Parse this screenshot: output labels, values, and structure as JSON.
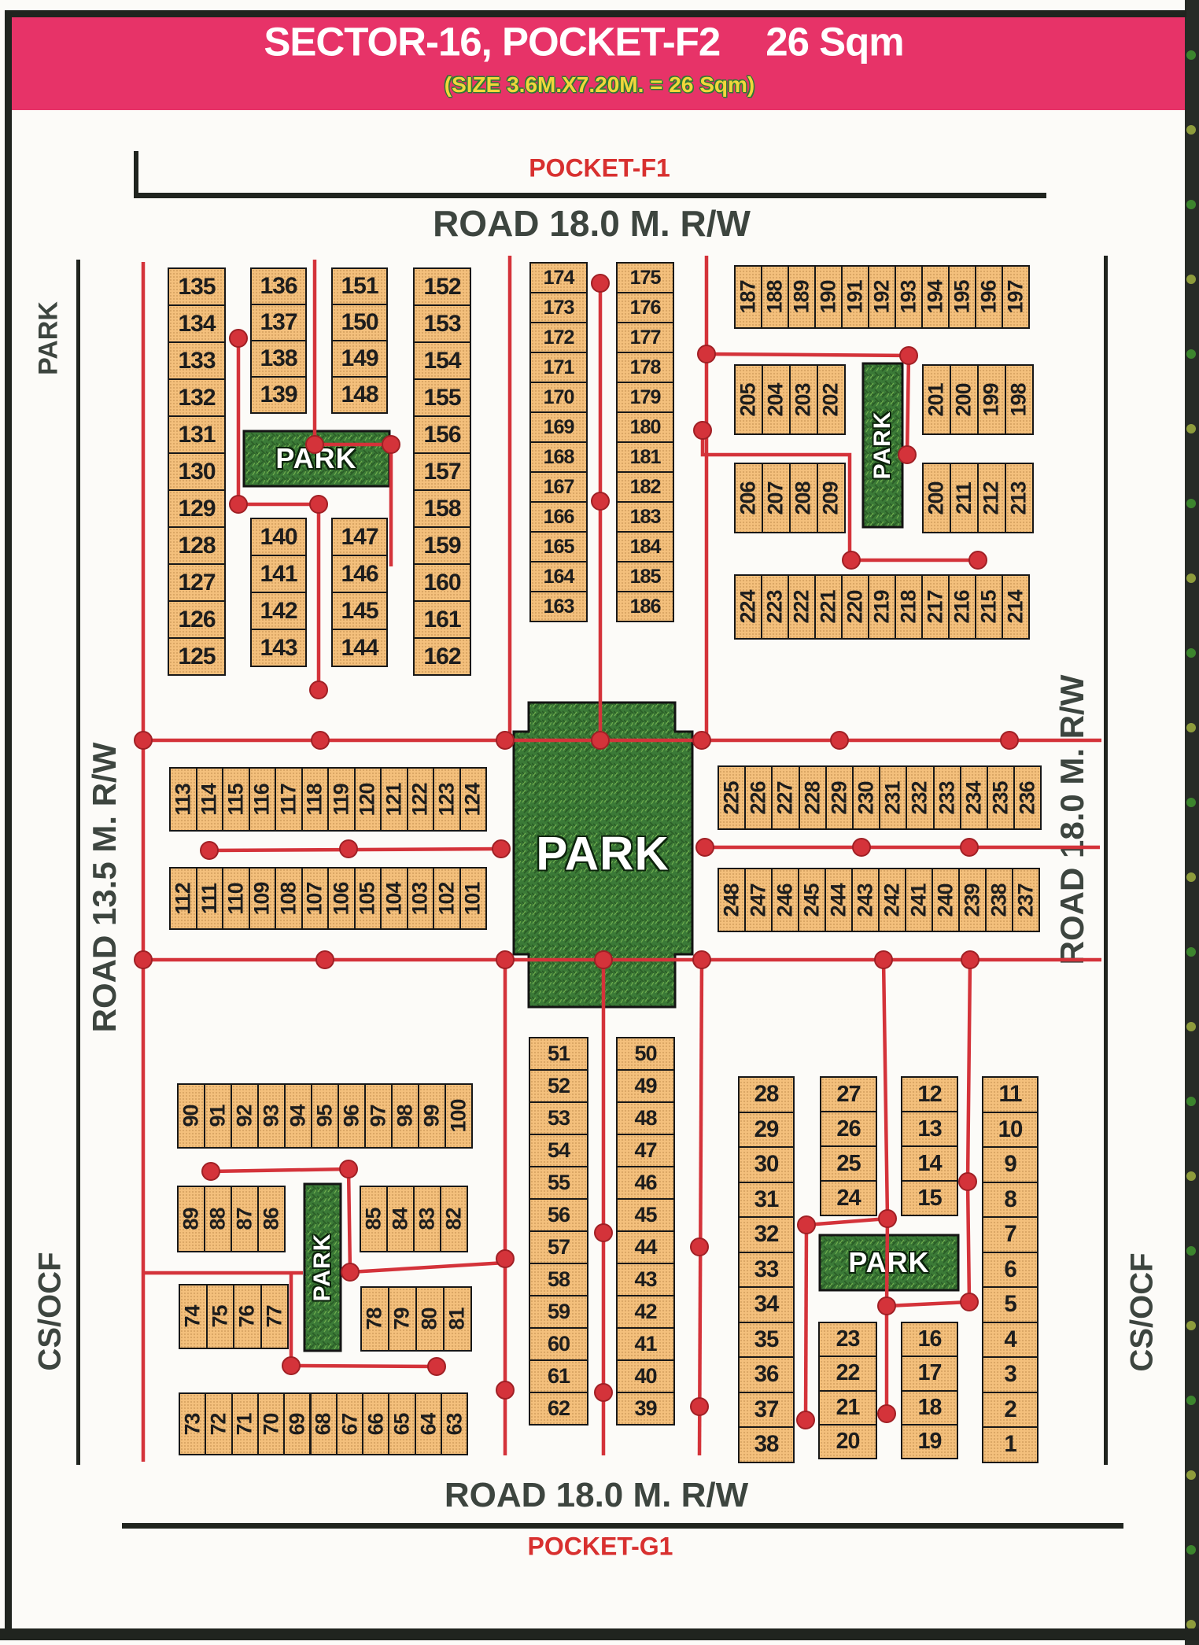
{
  "header": {
    "title": "SECTOR-16, POCKET-F2",
    "area_label": "26 Sqm",
    "subtitle": "(SIZE 3.6M.X7.20M. = 26 Sqm)"
  },
  "labels": {
    "pocket_top": "POCKET-F1",
    "road_top": "ROAD 18.0 M. R/W",
    "road_bottom": "ROAD 18.0 M. R/W",
    "pocket_bottom": "POCKET-G1",
    "park_side_left": "PARK",
    "road_left": "ROAD 13.5 M. R/W",
    "cs_ocf_left": "CS/OCF",
    "road_right": "ROAD 18.0 M. R/W",
    "cs_ocf_right": "CS/OCF"
  },
  "colors": {
    "header_bg": "#e73368",
    "header_title": "#ffffff",
    "subtitle_fill": "#f2d63b",
    "subtitle_outline": "#2f7a35",
    "pocket_text": "#d8302f",
    "road_text": "#3d453f",
    "plot_fill": "#f4c07c",
    "plot_border": "#181818",
    "park_green": "#3b7a37",
    "red_line": "#d4333a"
  },
  "parks": [
    {
      "label": "PARK"
    },
    {
      "label": "PARK"
    },
    {
      "label": "PARK"
    },
    {
      "label": "PARK"
    },
    {
      "label": "PARK"
    }
  ],
  "plot_groups": [
    {
      "id": "A",
      "numbers": [
        "135",
        "134",
        "133",
        "132",
        "131",
        "130",
        "129",
        "128",
        "127",
        "126",
        "125"
      ]
    },
    {
      "id": "B",
      "numbers": [
        "136",
        "137",
        "138",
        "139"
      ]
    },
    {
      "id": "C",
      "numbers": [
        "151",
        "150",
        "149",
        "148"
      ]
    },
    {
      "id": "D",
      "numbers": [
        "152",
        "153",
        "154",
        "155",
        "156",
        "157",
        "158",
        "159",
        "160",
        "161",
        "162"
      ]
    },
    {
      "id": "B2",
      "numbers": [
        "140",
        "141",
        "142",
        "143"
      ]
    },
    {
      "id": "C2",
      "numbers": [
        "147",
        "146",
        "145",
        "144"
      ]
    },
    {
      "id": "E",
      "numbers": [
        "174",
        "173",
        "172",
        "171",
        "170",
        "169",
        "168",
        "167",
        "166",
        "165",
        "164",
        "163"
      ]
    },
    {
      "id": "F",
      "numbers": [
        "175",
        "176",
        "177",
        "178",
        "179",
        "180",
        "181",
        "182",
        "183",
        "184",
        "185",
        "186"
      ]
    },
    {
      "id": "G",
      "numbers": [
        "187",
        "188",
        "189",
        "190",
        "191",
        "192",
        "193",
        "194",
        "195",
        "196",
        "197"
      ]
    },
    {
      "id": "H",
      "numbers": [
        "205",
        "204",
        "203",
        "202"
      ]
    },
    {
      "id": "I",
      "numbers": [
        "201",
        "200",
        "199",
        "198"
      ]
    },
    {
      "id": "J",
      "numbers": [
        "206",
        "207",
        "208",
        "209"
      ]
    },
    {
      "id": "K",
      "numbers": [
        "200",
        "211",
        "212",
        "213"
      ]
    },
    {
      "id": "L",
      "numbers": [
        "224",
        "223",
        "222",
        "221",
        "220",
        "219",
        "218",
        "217",
        "216",
        "215",
        "214"
      ]
    },
    {
      "id": "M",
      "numbers": [
        "113",
        "114",
        "115",
        "116",
        "117",
        "118",
        "119",
        "120",
        "121",
        "122",
        "123",
        "124"
      ]
    },
    {
      "id": "N",
      "numbers": [
        "112",
        "111",
        "110",
        "109",
        "108",
        "107",
        "106",
        "105",
        "104",
        "103",
        "102",
        "101"
      ]
    },
    {
      "id": "O",
      "numbers": [
        "225",
        "226",
        "227",
        "228",
        "229",
        "230",
        "231",
        "232",
        "233",
        "234",
        "235",
        "236"
      ]
    },
    {
      "id": "P",
      "numbers": [
        "248",
        "247",
        "246",
        "245",
        "244",
        "243",
        "242",
        "241",
        "240",
        "239",
        "238",
        "237"
      ]
    },
    {
      "id": "Q",
      "numbers": [
        "51",
        "52",
        "53",
        "54",
        "55",
        "56",
        "57",
        "58",
        "59",
        "60",
        "61",
        "62"
      ]
    },
    {
      "id": "R",
      "numbers": [
        "50",
        "49",
        "48",
        "47",
        "46",
        "45",
        "44",
        "43",
        "42",
        "41",
        "40",
        "39"
      ]
    },
    {
      "id": "S",
      "numbers": [
        "90",
        "91",
        "92",
        "93",
        "94",
        "95",
        "96",
        "97",
        "98",
        "99",
        "100"
      ]
    },
    {
      "id": "T",
      "numbers": [
        "89",
        "88",
        "87",
        "86"
      ]
    },
    {
      "id": "U",
      "numbers": [
        "85",
        "84",
        "83",
        "82"
      ]
    },
    {
      "id": "V",
      "numbers": [
        "74",
        "75",
        "76",
        "77"
      ]
    },
    {
      "id": "W",
      "numbers": [
        "78",
        "79",
        "80",
        "81"
      ]
    },
    {
      "id": "X",
      "numbers": [
        "73",
        "72",
        "71",
        "70",
        "69",
        "68",
        "67",
        "66",
        "65",
        "64",
        "63"
      ]
    },
    {
      "id": "Y",
      "numbers": [
        "28",
        "29",
        "30",
        "31",
        "32",
        "33",
        "34",
        "35",
        "36",
        "37",
        "38"
      ]
    },
    {
      "id": "Z",
      "numbers": [
        "27",
        "26",
        "25",
        "24"
      ]
    },
    {
      "id": "AA",
      "numbers": [
        "12",
        "13",
        "14",
        "15"
      ]
    },
    {
      "id": "AB",
      "numbers": [
        "11",
        "10",
        "9",
        "8",
        "7",
        "6",
        "5",
        "4",
        "3",
        "2",
        "1"
      ]
    },
    {
      "id": "AC",
      "numbers": [
        "23",
        "22",
        "21",
        "20"
      ]
    },
    {
      "id": "AD",
      "numbers": [
        "16",
        "17",
        "18",
        "19"
      ]
    }
  ]
}
